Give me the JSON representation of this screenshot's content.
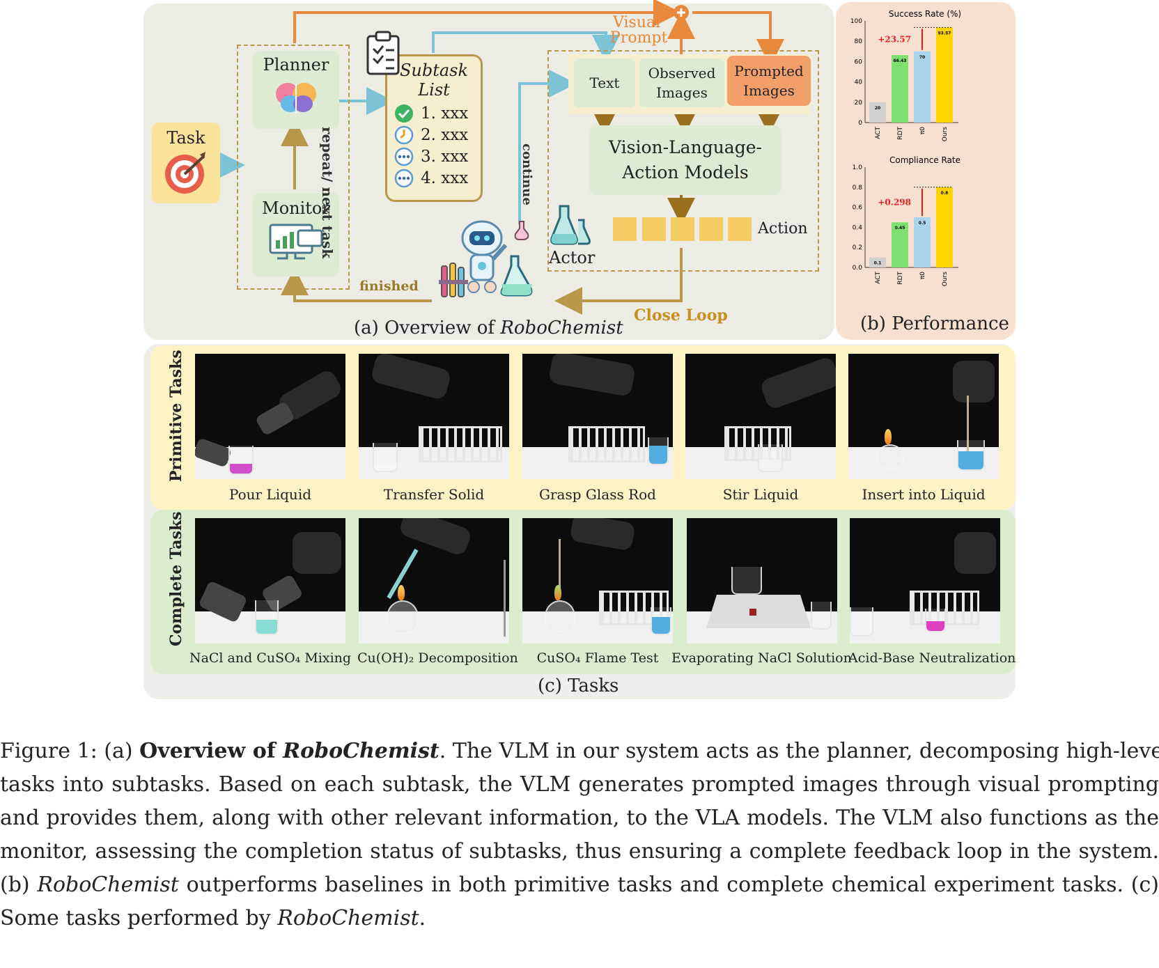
{
  "panel_a": {
    "task_label": "Task",
    "planner_label": "Planner",
    "monitor_label": "Monitor",
    "subtask_title_1": "Subtask",
    "subtask_title_2": "List",
    "subtasks": [
      "1. xxx",
      "2. xxx",
      "3. xxx",
      "4. xxx"
    ],
    "repeat_label": "repeat/ next task",
    "continue_label": "continue",
    "finished_label": "finished",
    "visual_prompt_1": "Visual",
    "visual_prompt_2": "Prompt",
    "text_label": "Text",
    "observed_images_1": "Observed",
    "observed_images_2": "Images",
    "prompted_images_1": "Prompted",
    "prompted_images_2": "Images",
    "vla_1": "Vision-Language-",
    "vla_2": "Action  Models",
    "action_label": "Action",
    "actor_label": "Actor",
    "close_loop_label": "Close  Loop",
    "caption_prefix": "(a) Overview of ",
    "caption_name": "RoboChemist",
    "colors": {
      "orange": "#e8883a",
      "blue": "#7cc3d6",
      "gold": "#b8964a",
      "dark_gold": "#9a6f1f"
    }
  },
  "panel_b": {
    "caption": "(b) Performance",
    "gap_color": "#e02020"
  },
  "chart_data": [
    {
      "type": "bar",
      "title": "Success Rate (%)",
      "categories": [
        "ACT",
        "RDT",
        "π0",
        "Ours"
      ],
      "values": [
        20,
        66.43,
        70,
        93.57
      ],
      "value_labels": [
        "20",
        "66.43",
        "70",
        "93.57"
      ],
      "colors": [
        "#d0d0d0",
        "#7ee070",
        "#a8d4ee",
        "#ffd400"
      ],
      "ylim": [
        0,
        100
      ],
      "yticks": [
        "0",
        "20",
        "40",
        "60",
        "80",
        "100"
      ],
      "annotation": "+23.57"
    },
    {
      "type": "bar",
      "title": "Compliance Rate",
      "categories": [
        "ACT",
        "RDT",
        "π0",
        "Ours"
      ],
      "values": [
        0.1,
        0.45,
        0.5,
        0.8
      ],
      "value_labels": [
        "0.1",
        "0.45",
        "0.5",
        "0.8"
      ],
      "colors": [
        "#d0d0d0",
        "#7ee070",
        "#a8d4ee",
        "#ffd400"
      ],
      "ylim": [
        0,
        1.0
      ],
      "yticks": [
        "0.0",
        "0.2",
        "0.4",
        "0.6",
        "0.8",
        "1.0"
      ],
      "annotation": "+0.298"
    }
  ],
  "panel_c": {
    "caption": "(c) Tasks",
    "primitive_title": "Primitive Tasks",
    "complete_title": "Complete Tasks",
    "primitive_tasks": [
      "Pour Liquid",
      "Transfer Solid",
      "Grasp Glass Rod",
      "Stir Liquid",
      "Insert into Liquid"
    ],
    "complete_tasks": [
      "NaCl and CuSO₄ Mixing",
      "Cu(OH)₂ Decomposition",
      "CuSO₄ Flame Test",
      "Evaporating NaCl Solution",
      "Acid-Base Neutralization"
    ]
  },
  "caption": {
    "fig_label": "Figure 1: (a) ",
    "bold_1": "Overview of ",
    "bold_italic": "RoboChemist",
    "line1_rest": ". The VLM in our system acts as the planner, decomposing high-level",
    "line2": "tasks into subtasks. Based on each subtask, the VLM generates prompted images through visual prompting",
    "line3": "and provides them, along with other relevant information, to the VLA models. The VLM also functions as the",
    "line4": "monitor, assessing the completion status of subtasks, thus ensuring a complete feedback loop in the system.",
    "line5_a": "(b) ",
    "line5_name": "RoboChemist",
    "line5_rest": " outperforms baselines in both primitive tasks and complete chemical experiment tasks. (c)",
    "line6_a": "Some tasks performed by ",
    "line6_name": "RoboChemist",
    "line6_end": "."
  }
}
